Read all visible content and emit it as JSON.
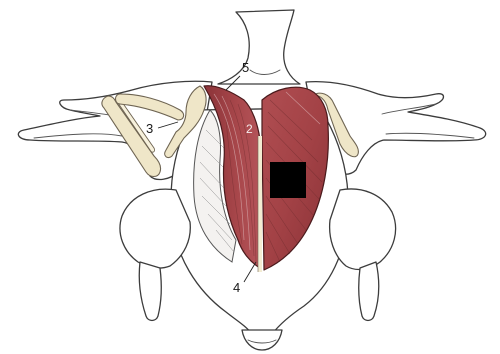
{
  "figure": {
    "type": "anatomical illustration",
    "colors": {
      "muscle": "#a8474b",
      "muscle_dark": "#7a2c30",
      "bone": "#efe6c8",
      "keel": "#f3ecd2",
      "outline": "#3c3c3c",
      "redaction": "#000000"
    },
    "labels": [
      {
        "id": "label-5",
        "text": "5"
      },
      {
        "id": "label-3",
        "text": "3"
      },
      {
        "id": "label-2",
        "text": "2"
      },
      {
        "id": "label-4",
        "text": "4"
      }
    ],
    "redaction": {
      "shape": "black square",
      "color": "#000000"
    }
  }
}
